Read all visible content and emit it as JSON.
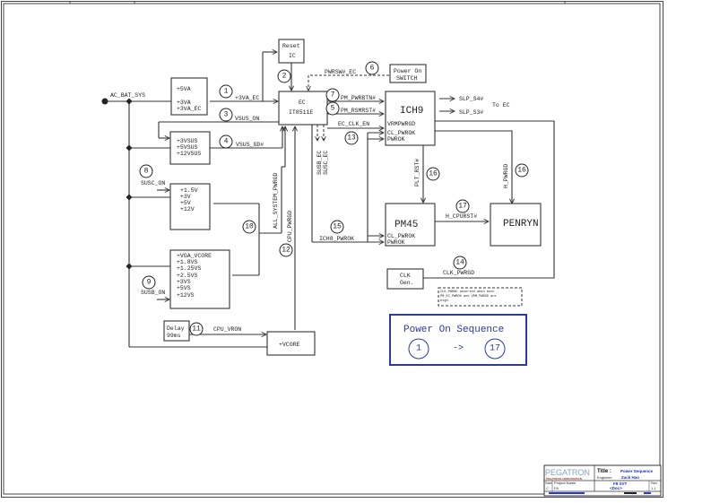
{
  "diagram": {
    "title": "Power On Sequence",
    "signals": {
      "ac_bat_sys": "AC_BAT_SYS",
      "va_ec": "+3VA_EC",
      "vsus_on": "VSUS_ON",
      "vsus_gd": "VSUS_GD#",
      "susc_on": "SUSC_ON",
      "susb_on": "SUSB_ON",
      "all_system_pwrgd": "ALL_SYSTEM_PWRGD",
      "cpu_pwrgd": "CPU_PWRGD",
      "cpu_vron": "CPU_VRON",
      "pwrsw_ec": "PWRSW#_EC",
      "pm_pwrbtn": "PM_PWRBTN#",
      "pm_rsmrst": "PM_RSMRST#",
      "ec_clk_en": "EC_CLK_EN",
      "susb_ec": "SUSB_EC",
      "susc_ec": "SUSC_EC",
      "ich8_pwrok": "ICH8_PWROK",
      "plt_rst": "PLT_RST#",
      "h_pwrgd": "H_PWRGD",
      "h_cpurst": "H_CPURST#",
      "clk_pwrgd": "CLK_PWRGD",
      "slp_s4": "SLP_S4#",
      "slp_s3": "SLP_S3#",
      "to_ec": "To EC",
      "vrmpwrgd": "VRMPWRGD",
      "cl_pwrok": "CL_PWROK",
      "pwrok": "PWROK"
    },
    "blocks": {
      "reset_ic": [
        "Reset",
        "IC"
      ],
      "ec": [
        "EC",
        "IT8511E"
      ],
      "power_switch": [
        "Power On",
        "SWITCH"
      ],
      "ich9": "ICH9",
      "pm45": "PM45",
      "penryn": "PENRYN",
      "clk_gen": [
        "CLK",
        "Gen."
      ],
      "delay": [
        "Delay",
        "99ms"
      ],
      "vcore": "+VCORE",
      "va_rails": [
        "+5VA",
        "+3VA",
        "+3VA_EC"
      ],
      "vsus_rails": [
        "+3VSUS",
        "+5VSUS",
        "+12VSUS"
      ],
      "s_rails": [
        "+1.5V",
        "+3V",
        "+5V",
        "+12V"
      ],
      "vs_rails": [
        "+VGA_VCORE",
        "+1.8VS",
        "+1.25VS",
        "+2.5VS",
        "+3VS",
        "+5VS",
        "+12VS"
      ]
    },
    "steps": [
      "1",
      "2",
      "3",
      "4",
      "5",
      "6",
      "7",
      "8",
      "9",
      "10",
      "11",
      "12",
      "13",
      "14",
      "15",
      "16",
      "16",
      "17"
    ],
    "note": [
      "CLK_PWRGD asserted when both",
      "PM_EC_PWROK and VRM_PWRGD are",
      "high."
    ],
    "sequence_box": {
      "title": "Power On Sequence",
      "from": "1",
      "arrow": "->",
      "to": "17"
    }
  },
  "title_block": {
    "company": "PEGATRON",
    "company_sub": "PEGATRON CORPORATION",
    "title_label": "Title :",
    "title_value": "Power Sequence",
    "engineer_label": "Engineer:",
    "engineer_value": "Zack Hao",
    "size_label": "Size",
    "size_value": "C",
    "project_label": "Project Name",
    "project_value": "F8",
    "doc_value": "F8 SVT",
    "doc_number": "<Doc>",
    "rev_label": "Rev",
    "rev_value": "1.1"
  }
}
